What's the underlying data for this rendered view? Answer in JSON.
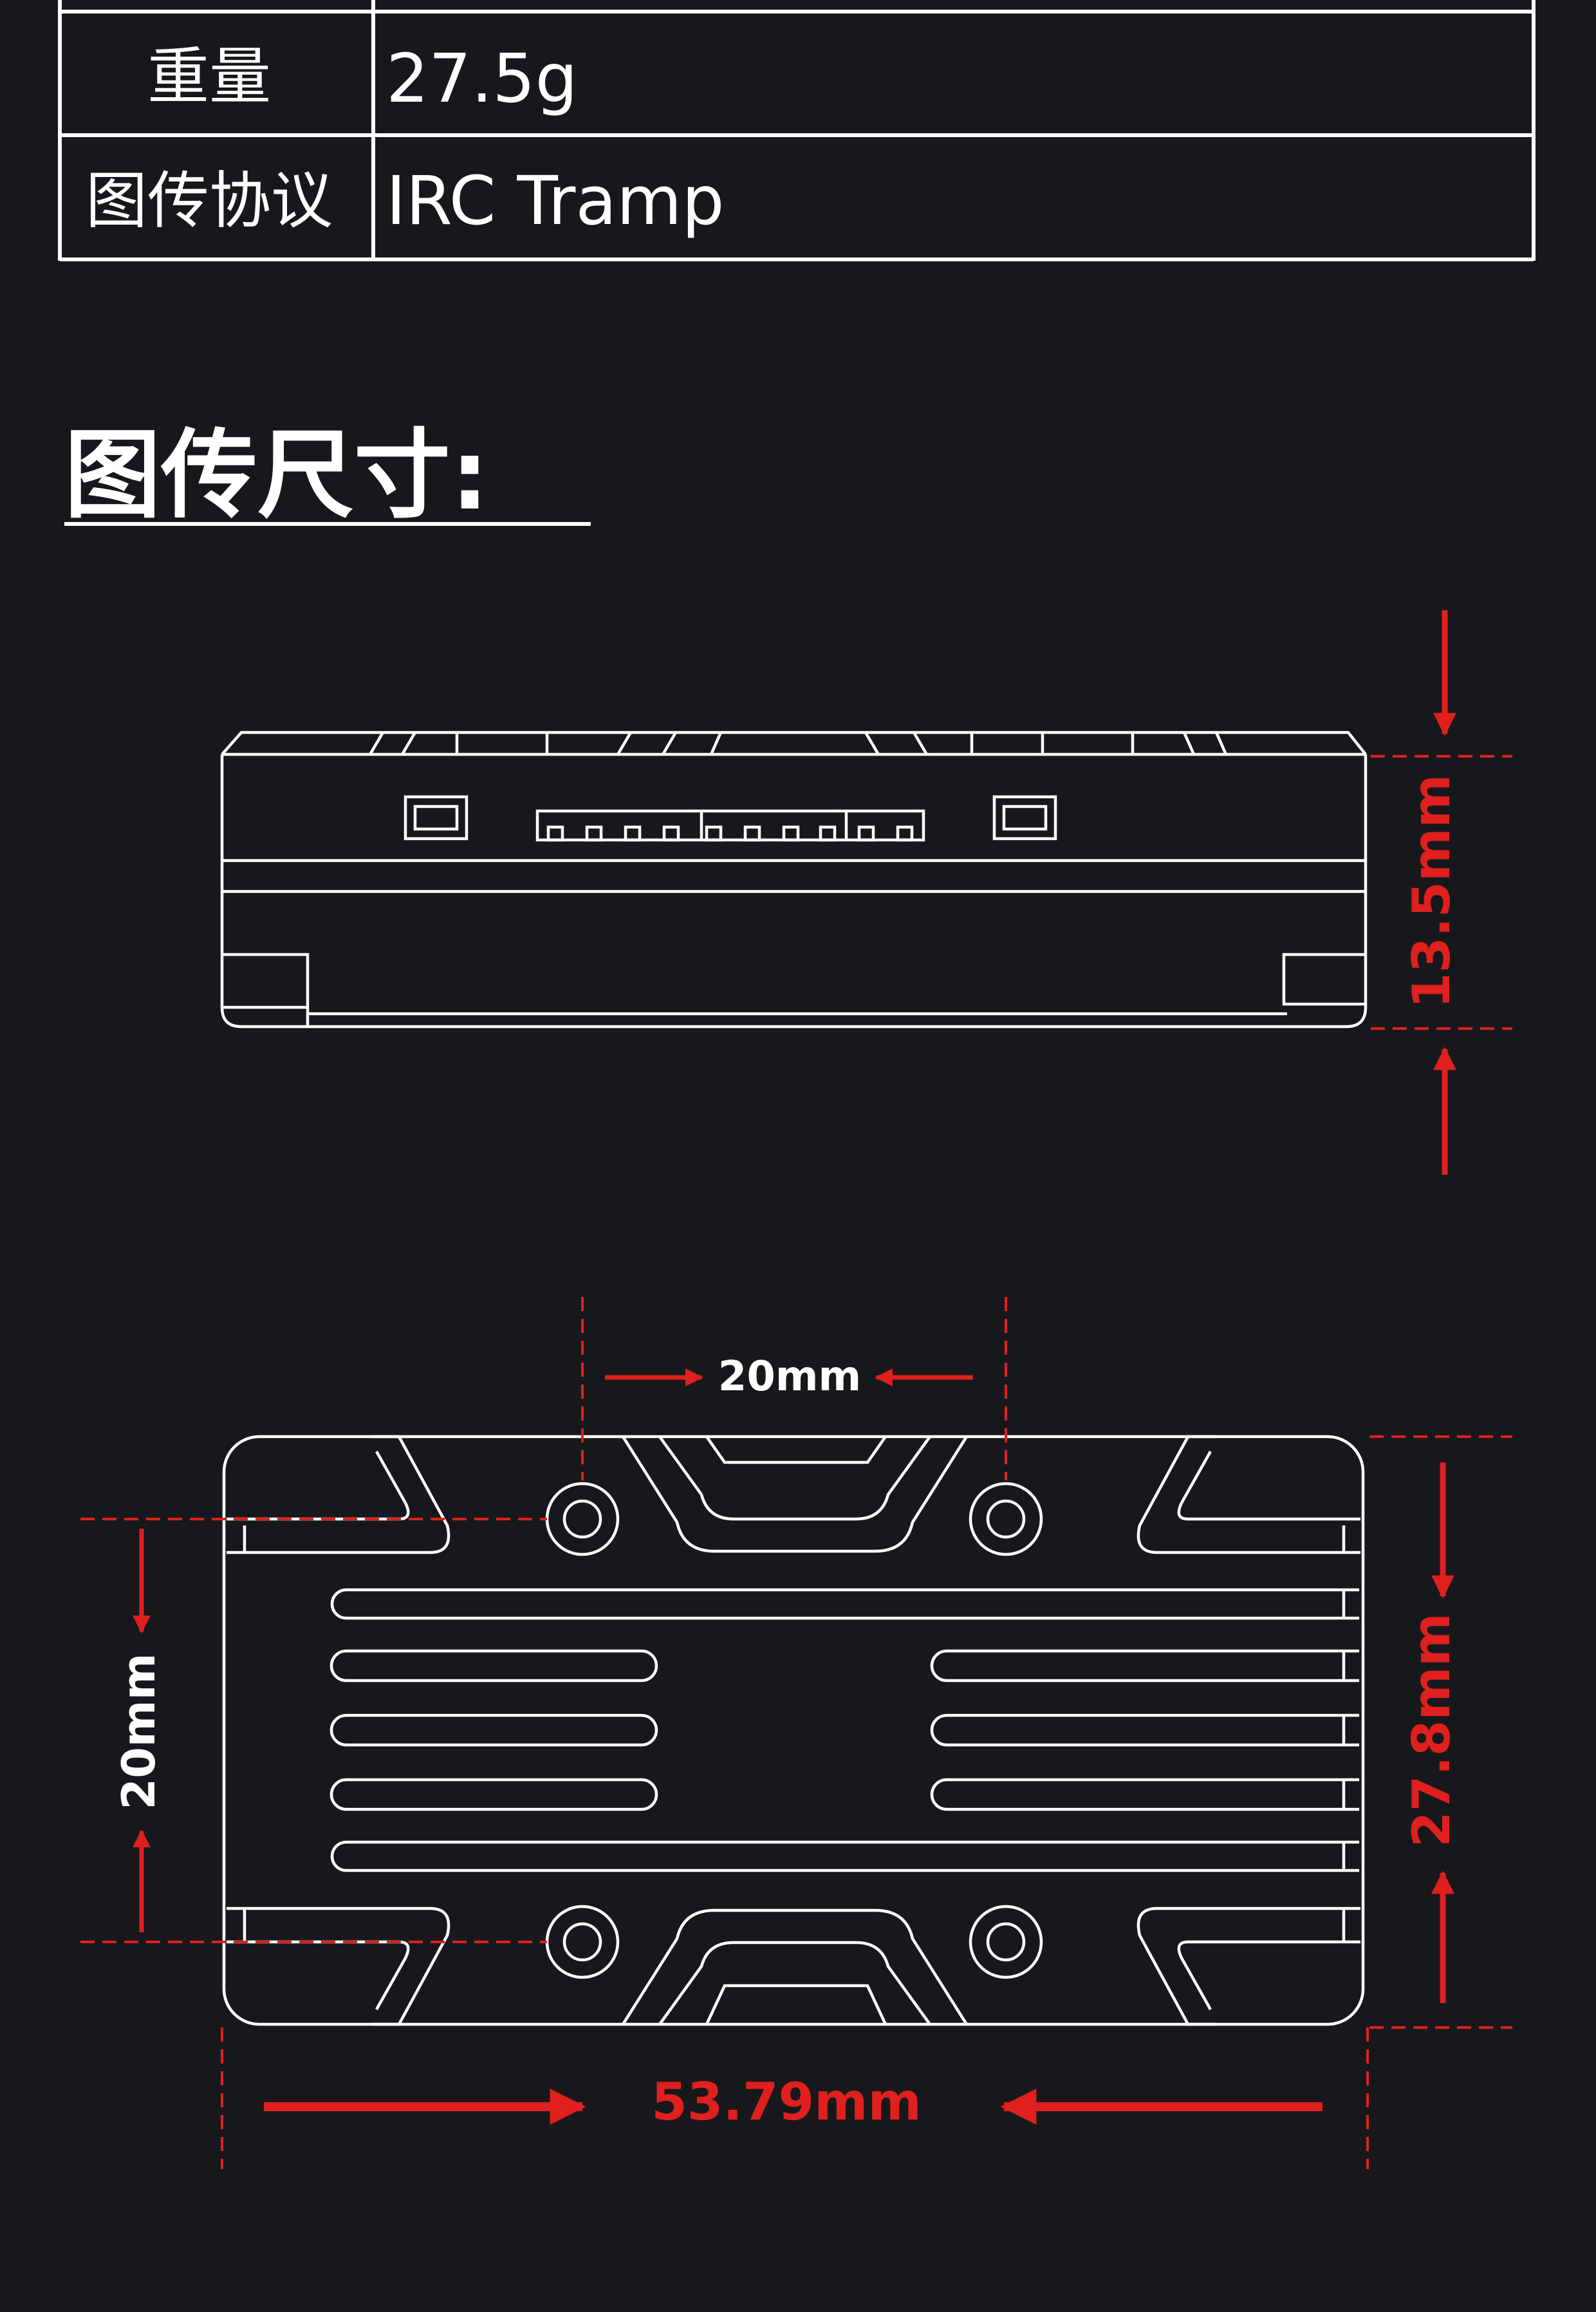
{
  "spec_table": {
    "rows": [
      {
        "label": "重量",
        "value": "27.5g"
      },
      {
        "label": "图传协议",
        "value": "IRC Tramp"
      }
    ]
  },
  "section": {
    "title": "图传尺寸:"
  },
  "dimensions": {
    "side_height": "13.5mm",
    "top_hole_spacing": "20mm",
    "left_hole_spacing": "20mm",
    "depth": "27.8mm",
    "width": "53.79mm"
  },
  "colors": {
    "background": "#17181b",
    "line": "#ffffff",
    "dimension": "#e0201e"
  }
}
